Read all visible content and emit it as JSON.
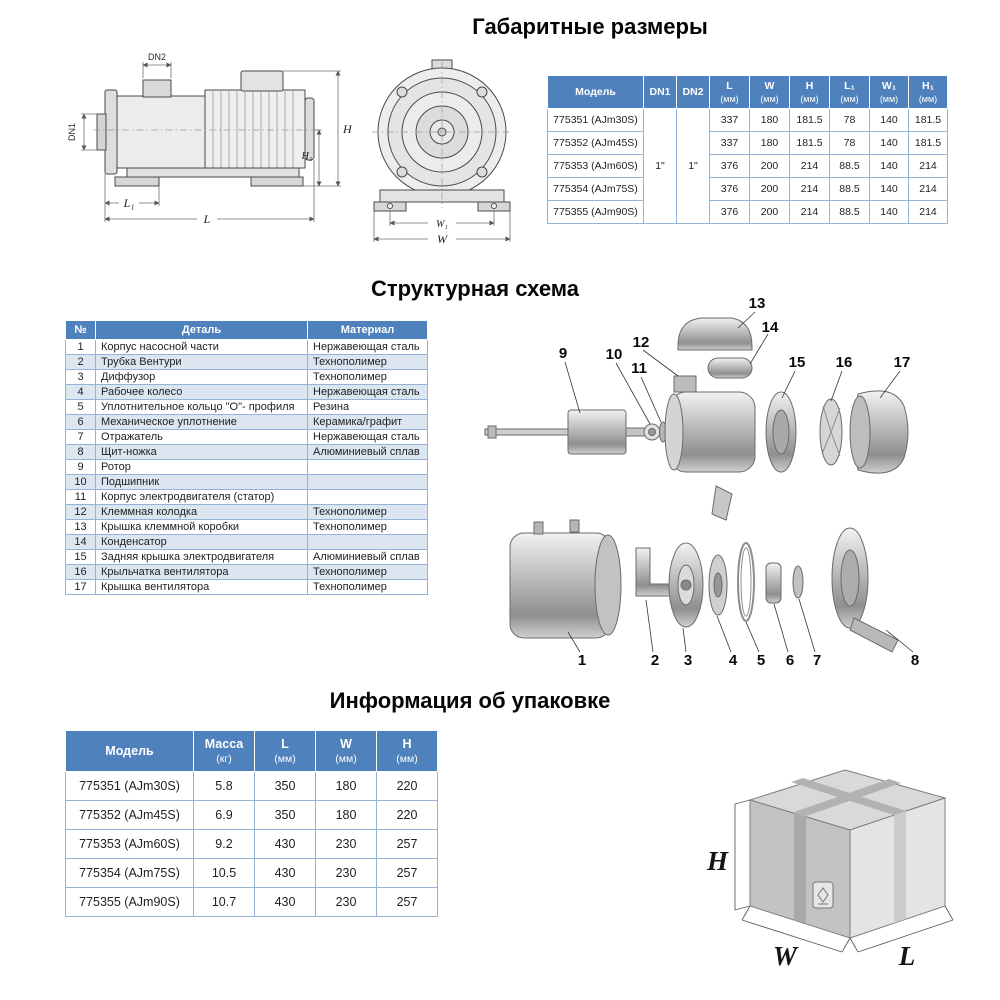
{
  "titles": {
    "dimensions": "Габаритные размеры",
    "structure": "Структурная схема",
    "packaging": "Информация об упаковке"
  },
  "colors": {
    "header_blue": "#4f81bd",
    "row_alt_blue": "#dce6f1",
    "table_border": "#95b3d7"
  },
  "drawing": {
    "side_view_labels": {
      "dn1": "DN1",
      "dn2": "DN2",
      "h": "H",
      "h1": "H₁",
      "l": "L",
      "l1": "L₁"
    },
    "front_view_labels": {
      "w": "W",
      "w1": "W₁"
    }
  },
  "dimensions_table": {
    "headers": {
      "model": "Модель",
      "dn1": "DN1",
      "dn2": "DN2",
      "metric_cols": [
        {
          "label": "L",
          "unit": "(мм)"
        },
        {
          "label": "W",
          "unit": "(мм)"
        },
        {
          "label": "H",
          "unit": "(мм)"
        },
        {
          "label": "L₁",
          "unit": "(мм)"
        },
        {
          "label": "W₁",
          "unit": "(мм)"
        },
        {
          "label": "H₁",
          "unit": "(мм)"
        }
      ]
    },
    "dn1_value": "1\"",
    "dn2_value": "1\"",
    "rows": [
      {
        "model": "775351 (AJm30S)",
        "values": [
          "337",
          "180",
          "181.5",
          "78",
          "140",
          "181.5"
        ]
      },
      {
        "model": "775352 (AJm45S)",
        "values": [
          "337",
          "180",
          "181.5",
          "78",
          "140",
          "181.5"
        ]
      },
      {
        "model": "775353 (AJm60S)",
        "values": [
          "376",
          "200",
          "214",
          "88.5",
          "140",
          "214"
        ]
      },
      {
        "model": "775354 (AJm75S)",
        "values": [
          "376",
          "200",
          "214",
          "88.5",
          "140",
          "214"
        ]
      },
      {
        "model": "775355 (AJm90S)",
        "values": [
          "376",
          "200",
          "214",
          "88.5",
          "140",
          "214"
        ]
      }
    ]
  },
  "parts_table": {
    "headers": {
      "num": "№",
      "detail": "Деталь",
      "material": "Материал"
    },
    "rows": [
      {
        "num": "1",
        "detail": "Корпус насосной части",
        "material": "Нержавеющая сталь"
      },
      {
        "num": "2",
        "detail": "Трубка Вентури",
        "material": "Технополимер"
      },
      {
        "num": "3",
        "detail": "Диффузор",
        "material": "Технополимер"
      },
      {
        "num": "4",
        "detail": "Рабочее колесо",
        "material": "Нержавеющая сталь"
      },
      {
        "num": "5",
        "detail": "Уплотнительное кольцо \"О\"- профиля",
        "material": "Резина"
      },
      {
        "num": "6",
        "detail": "Механическое уплотнение",
        "material": "Керамика/графит"
      },
      {
        "num": "7",
        "detail": "Отражатель",
        "material": "Нержавеющая сталь"
      },
      {
        "num": "8",
        "detail": "Щит-ножка",
        "material": "Алюминиевый сплав"
      },
      {
        "num": "9",
        "detail": "Ротор",
        "material": ""
      },
      {
        "num": "10",
        "detail": "Подшипник",
        "material": ""
      },
      {
        "num": "11",
        "detail": "Корпус электродвигателя (статор)",
        "material": ""
      },
      {
        "num": "12",
        "detail": "Клеммная колодка",
        "material": "Технополимер"
      },
      {
        "num": "13",
        "detail": "Крышка клеммной коробки",
        "material": "Технополимер"
      },
      {
        "num": "14",
        "detail": "Конденсатор",
        "material": ""
      },
      {
        "num": "15",
        "detail": "Задняя крышка электродвигателя",
        "material": "Алюминиевый сплав"
      },
      {
        "num": "16",
        "detail": "Крыльчатка вентилятора",
        "material": "Технополимер"
      },
      {
        "num": "17",
        "detail": "Крышка вентилятора",
        "material": "Технополимер"
      }
    ]
  },
  "exploded": {
    "top_labels": [
      "9",
      "10",
      "11",
      "12",
      "13",
      "14",
      "15",
      "16",
      "17"
    ],
    "bottom_labels": [
      "1",
      "2",
      "3",
      "4",
      "5",
      "6",
      "7",
      "8"
    ]
  },
  "packaging_table": {
    "headers": {
      "model": "Модель",
      "cols": [
        {
          "label": "Масса",
          "unit": "(кг)"
        },
        {
          "label": "L",
          "unit": "(мм)"
        },
        {
          "label": "W",
          "unit": "(мм)"
        },
        {
          "label": "H",
          "unit": "(мм)"
        }
      ]
    },
    "rows": [
      {
        "model": "775351 (AJm30S)",
        "values": [
          "5.8",
          "350",
          "180",
          "220"
        ]
      },
      {
        "model": "775352 (AJm45S)",
        "values": [
          "6.9",
          "350",
          "180",
          "220"
        ]
      },
      {
        "model": "775353 (AJm60S)",
        "values": [
          "9.2",
          "430",
          "230",
          "257"
        ]
      },
      {
        "model": "775354 (AJm75S)",
        "values": [
          "10.5",
          "430",
          "230",
          "257"
        ]
      },
      {
        "model": "775355 (AJm90S)",
        "values": [
          "10.7",
          "430",
          "230",
          "257"
        ]
      }
    ]
  },
  "box_labels": {
    "h": "H",
    "w": "W",
    "l": "L"
  }
}
